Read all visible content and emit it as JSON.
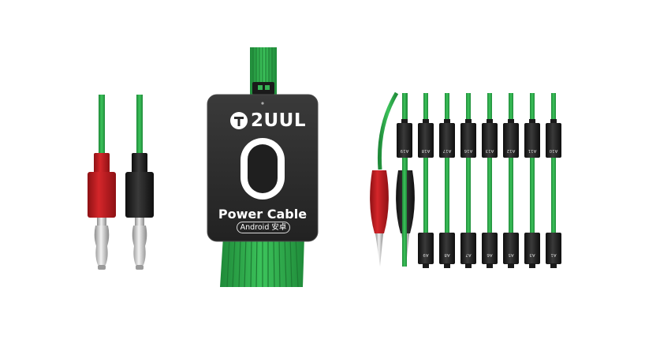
{
  "product": {
    "brand": "2UUL",
    "name": "Power Cable",
    "variant": "Android 安卓"
  },
  "top_plug_labels": [
    "A19",
    "A18",
    "A17",
    "A16",
    "A13",
    "A12",
    "A11",
    "A10"
  ],
  "bottom_plug_labels": [
    "A9",
    "A8",
    "A7",
    "A6",
    "A5",
    "A3",
    "A1"
  ],
  "colors": {
    "background": "#ffffff",
    "wire_green": "#2ea84a",
    "housing": "#2a2a2a",
    "red_plug": "#c4191c",
    "black_plug": "#1f1f1f",
    "metal": "#c9c9c9"
  }
}
